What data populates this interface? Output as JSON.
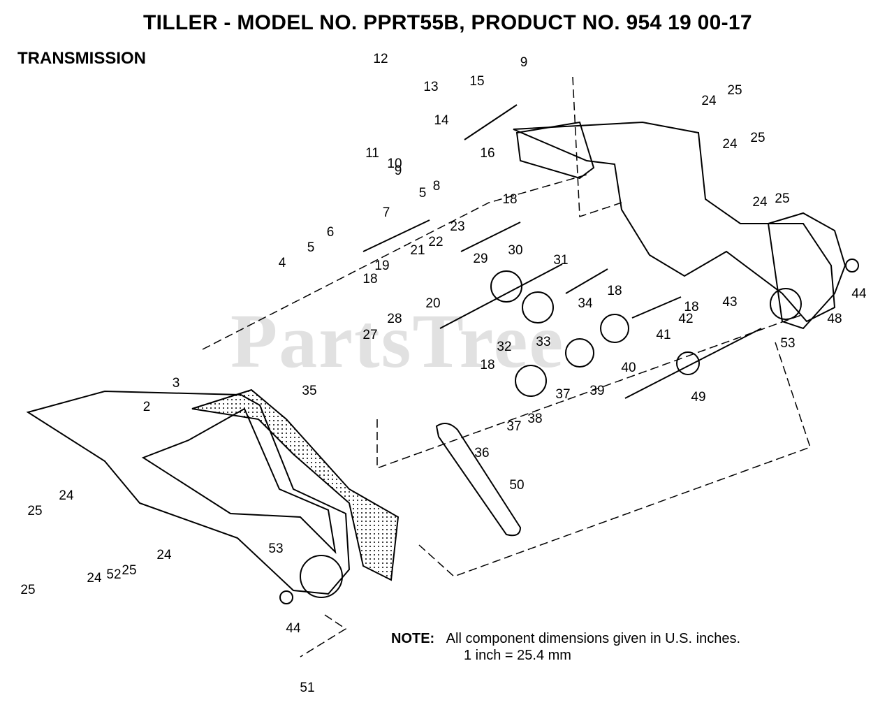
{
  "title": "TILLER - MODEL NO. PPRT55B, PRODUCT NO. 954 19 00-17",
  "section": "TRANSMISSION",
  "watermark": "PartsTree",
  "note": {
    "label": "NOTE:",
    "line1": "All component dimensions given in U.S. inches.",
    "line2": "1 inch = 25.4 mm"
  },
  "callouts": [
    "2",
    "3",
    "4",
    "5",
    "5",
    "6",
    "7",
    "8",
    "9",
    "9",
    "10",
    "11",
    "12",
    "13",
    "14",
    "15",
    "16",
    "18",
    "18",
    "18",
    "18",
    "18",
    "19",
    "20",
    "21",
    "22",
    "23",
    "24",
    "24",
    "24",
    "24",
    "24",
    "24",
    "25",
    "25",
    "25",
    "25",
    "25",
    "25",
    "27",
    "28",
    "29",
    "30",
    "31",
    "32",
    "33",
    "34",
    "35",
    "36",
    "37",
    "37",
    "38",
    "39",
    "40",
    "41",
    "42",
    "43",
    "44",
    "44",
    "48",
    "49",
    "50",
    "51",
    "52",
    "53",
    "53"
  ]
}
